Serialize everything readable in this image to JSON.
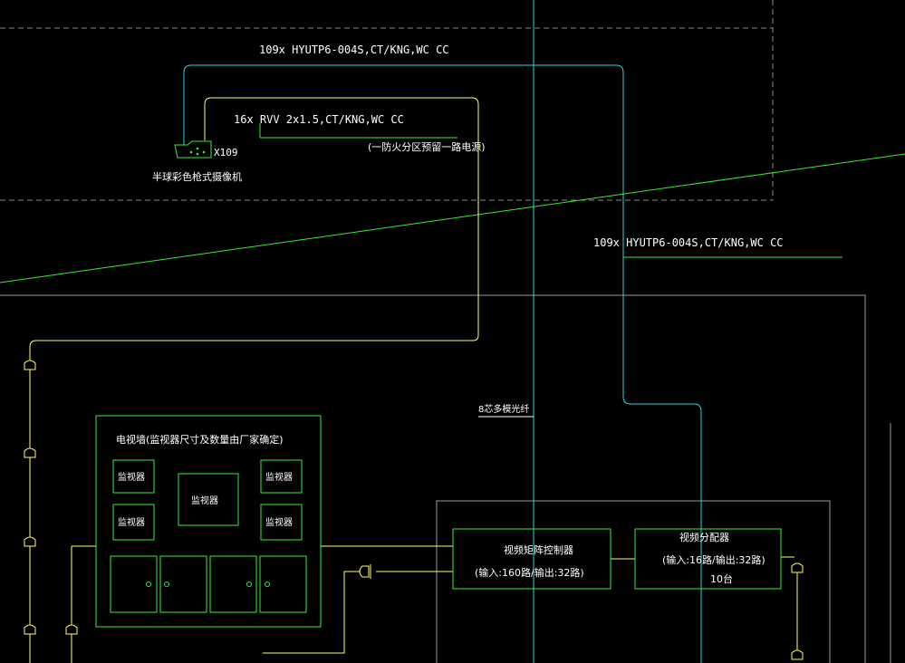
{
  "labels": {
    "cable_top": "109x HYUTP6-004S,CT/KNG,WC CC",
    "cable_mid": "16x RVV 2x1.5,CT/KNG,WC CC",
    "protection_note": "(一防火分区预留一路电源)",
    "camera_count": "X109",
    "camera_name": "半球彩色枪式摄像机",
    "cable_right": "109x HYUTP6-004S,CT/KNG,WC CC",
    "fiber_label": "8芯多模光纤",
    "tv_wall_title": "电视墙(监视器尺寸及数量由厂家确定)",
    "monitor_tl": "监视器",
    "monitor_center": "监视器",
    "monitor_tr": "监视器",
    "monitor_bl": "监视器",
    "monitor_br": "监视器",
    "matrix_title": "视频矩阵控制器",
    "matrix_io": "(输入:160路/输出:32路)",
    "distributor_title": "视频分配器",
    "distributor_io": "(输入:16路/输出:32路)",
    "distributor_qty": "10台"
  },
  "colors": {
    "background": "#000000",
    "cyan": "#29d4e6",
    "yellow": "#ffff66",
    "green": "#33ee33",
    "grey": "#8a8a8a",
    "white": "#ffffff"
  }
}
